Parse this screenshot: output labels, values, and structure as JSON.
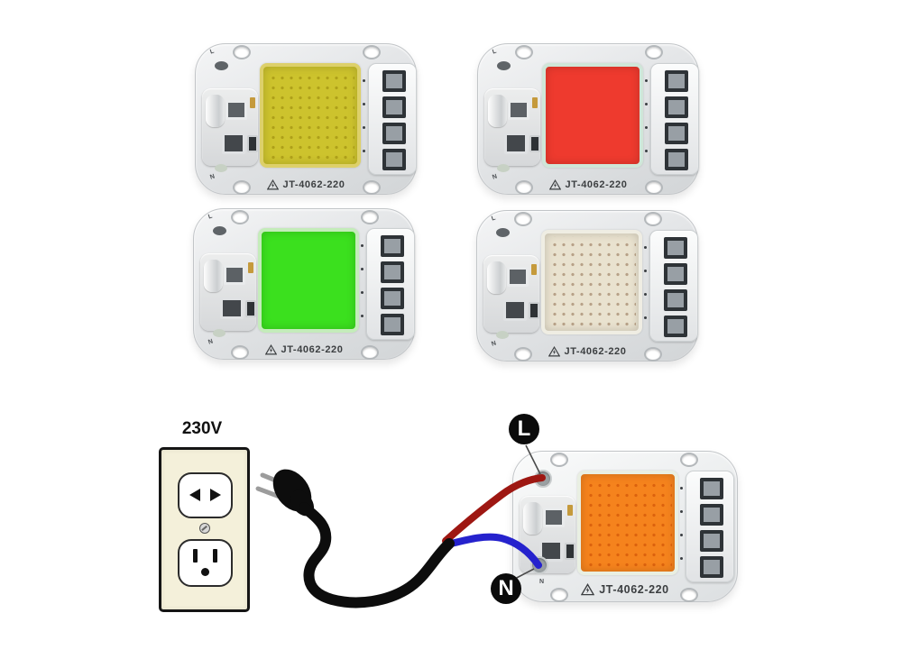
{
  "product_grid": {
    "modules": [
      {
        "variant": "warm-white",
        "marking": "JT-4062-220",
        "silk_live": "L",
        "silk_neutral": "N",
        "emitter_color": "#cdc32d",
        "emitter_border": "#ddd06a",
        "dot_color": "#96840a"
      },
      {
        "variant": "red",
        "marking": "JT-4062-220",
        "silk_live": "L",
        "silk_neutral": "N",
        "emitter_color": "#ee3a2e",
        "emitter_border": "#cfe6d8",
        "dot_color": "none"
      },
      {
        "variant": "green",
        "marking": "JT-4062-220",
        "silk_live": "L",
        "silk_neutral": "N",
        "emitter_color": "#3be01e",
        "emitter_border": "#c4ecba",
        "dot_color": "none"
      },
      {
        "variant": "unlit-beige",
        "marking": "JT-4062-220",
        "silk_live": "L",
        "silk_neutral": "N",
        "emitter_color": "#e9e2cf",
        "emitter_border": "#efede3",
        "dot_color": "#967658"
      }
    ]
  },
  "wiring_diagram": {
    "voltage_label": "230V",
    "live_badge": "L",
    "neutral_badge": "N",
    "module": {
      "variant": "full-spectrum",
      "marking": "JT-4062-220",
      "silk_live": "L",
      "silk_neutral": "N",
      "emitter_color": "#f5831d",
      "emitter_border": "#e9efe2",
      "dot_color": "#cd5005"
    },
    "colors": {
      "cable": "#0d0d0d",
      "live_wire": "#9e1712",
      "neutral_wire": "#2522cd",
      "prong": "#9c9c9c",
      "pointer_line": "#4a4a4a"
    }
  }
}
